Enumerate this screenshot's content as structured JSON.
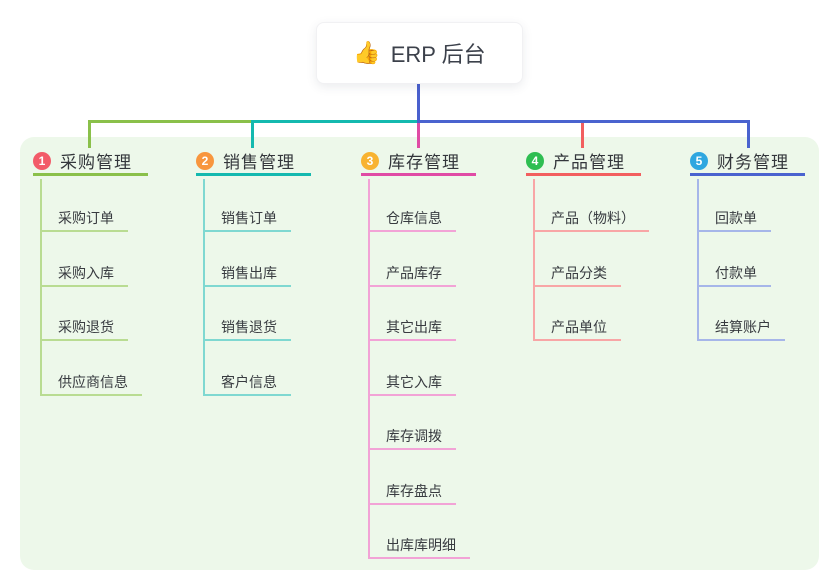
{
  "root": {
    "icon": "👍",
    "label": "ERP 后台"
  },
  "colors": {
    "panel_bg": "#edf8ea",
    "root_line": "#4a60ce",
    "b1": "#8ac04a",
    "b1_light": "#b9dc92",
    "b1_badge": "#f25b69",
    "b2": "#14b9af",
    "b2_light": "#7fd8d1",
    "b2_badge": "#f8963e",
    "b3": "#e04ba5",
    "b3_light": "#f2a3d6",
    "b3_badge": "#f8b331",
    "b4": "#f25f5f",
    "b4_light": "#f8a6a6",
    "b4_badge": "#2fbe52",
    "b5": "#4a63cf",
    "b5_light": "#a6b6e9",
    "b5_badge": "#2fa7e0"
  },
  "branches": [
    {
      "num": "1",
      "label": "采购管理",
      "children": [
        "采购订单",
        "采购入库",
        "采购退货",
        "供应商信息"
      ]
    },
    {
      "num": "2",
      "label": "销售管理",
      "children": [
        "销售订单",
        "销售出库",
        "销售退货",
        "客户信息"
      ]
    },
    {
      "num": "3",
      "label": "库存管理",
      "children": [
        "仓库信息",
        "产品库存",
        "其它出库",
        "其它入库",
        "库存调拨",
        "库存盘点",
        "出库库明细"
      ]
    },
    {
      "num": "4",
      "label": "产品管理",
      "children": [
        "产品（物料）",
        "产品分类",
        "产品单位"
      ]
    },
    {
      "num": "5",
      "label": "财务管理",
      "children": [
        "回款单",
        "付款单",
        "结算账户"
      ]
    }
  ]
}
